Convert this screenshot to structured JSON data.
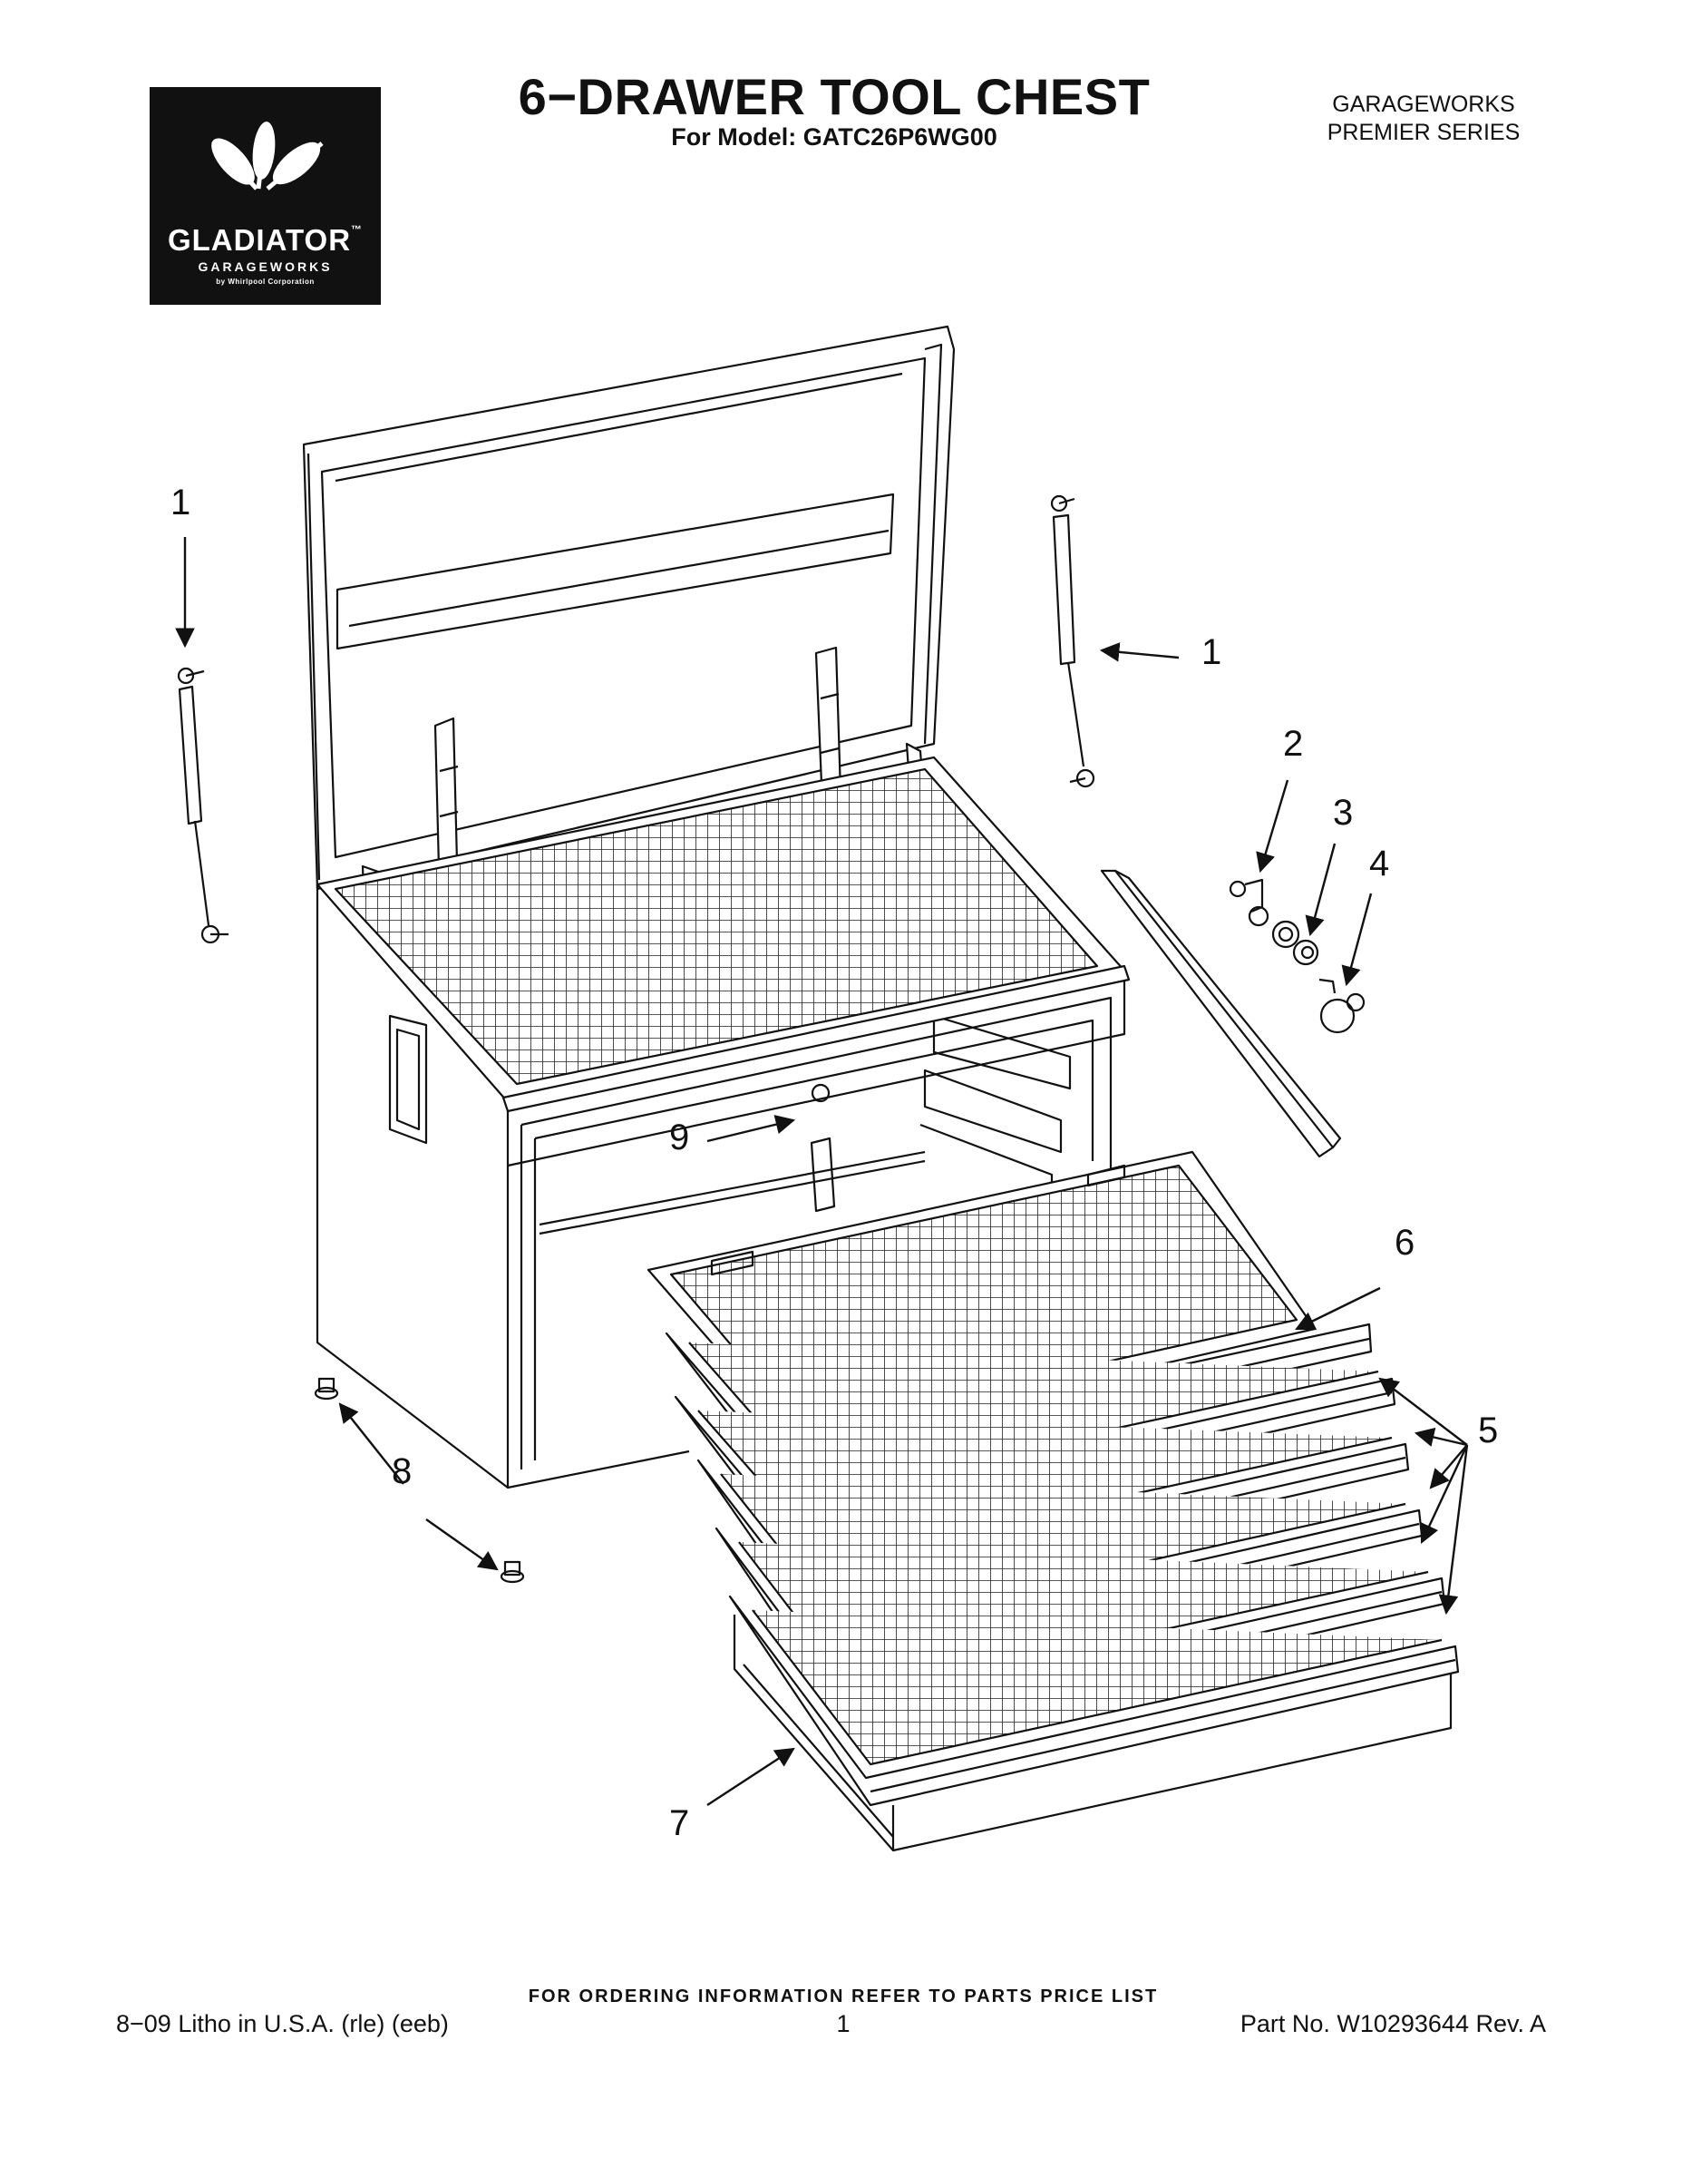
{
  "logo": {
    "brand": "GLADIATOR",
    "tm": "™",
    "sub": "GARAGEWORKS",
    "by": "by Whirlpool Corporation"
  },
  "header": {
    "title": "6−DRAWER TOOL CHEST",
    "subtitle": "For Model: GATC26P6WG00",
    "series_line1": "GARAGEWORKS",
    "series_line2": "PREMIER SERIES"
  },
  "callouts": {
    "c1_left": "1",
    "c1_right": "1",
    "c2": "2",
    "c3": "3",
    "c4": "4",
    "c5": "5",
    "c6": "6",
    "c7": "7",
    "c8": "8",
    "c9": "9"
  },
  "footer": {
    "order_note": "FOR ORDERING INFORMATION REFER TO PARTS PRICE LIST",
    "litho": "8−09 Litho in U.S.A. (rle) (eeb)",
    "page": "1",
    "part_no": "Part No. W10293644 Rev. A"
  }
}
